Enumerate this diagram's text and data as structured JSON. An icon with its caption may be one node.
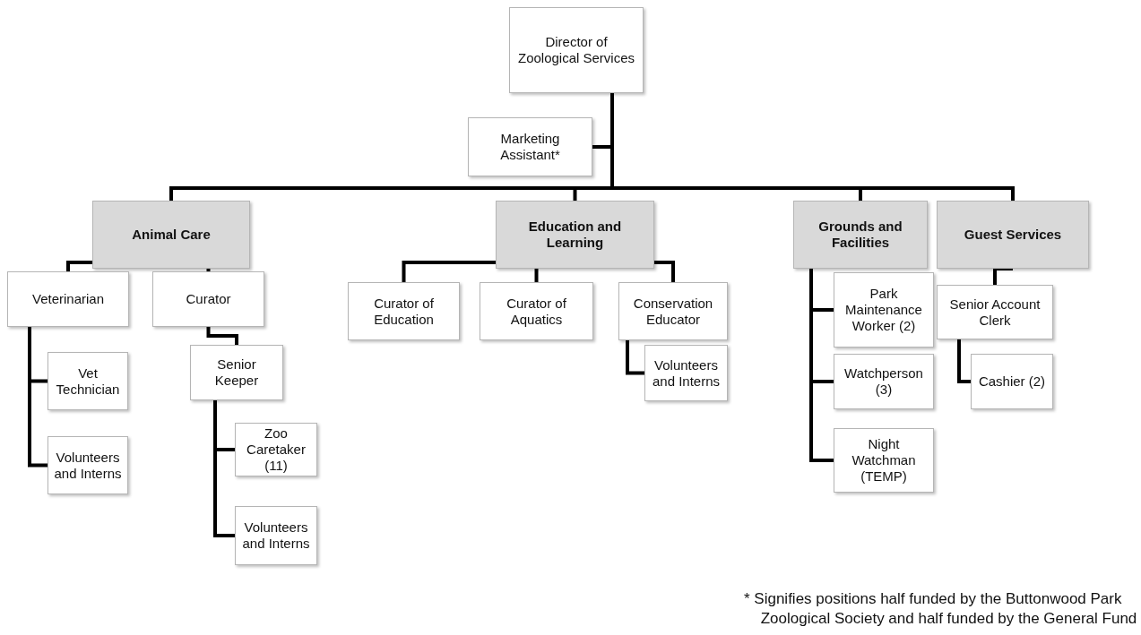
{
  "diagram": {
    "nodes": [
      {
        "text": [
          "Director of Zoological Services"
        ]
      },
      {
        "text": [
          "Marketing Assistant*"
        ]
      },
      {
        "text": [
          "Animal Care"
        ]
      },
      {
        "text": [
          "Education and Learning"
        ]
      },
      {
        "text": [
          "Grounds and Facilities"
        ]
      },
      {
        "text": [
          "Guest Services"
        ]
      },
      {
        "text": [
          "Veterinarian"
        ]
      },
      {
        "text": [
          "Curator"
        ]
      },
      {
        "text": [
          "Curator of Education"
        ]
      },
      {
        "text": [
          "Curator of Aquatics"
        ]
      },
      {
        "text": [
          "Conservation Educator"
        ]
      },
      {
        "text": [
          "Park Maintenance Worker (2)"
        ]
      },
      {
        "text": [
          "Senior Account Clerk"
        ]
      },
      {
        "text": [
          "Vet Technician"
        ]
      },
      {
        "text": [
          "Volunteers and Interns"
        ]
      },
      {
        "text": [
          "Senior Keeper"
        ]
      },
      {
        "text": [
          "Volunteers and Interns"
        ]
      },
      {
        "text": [
          "Watchperson (3)"
        ]
      },
      {
        "text": [
          "Cashier (2)"
        ]
      },
      {
        "text": [
          "Zoo Caretaker (11)"
        ]
      },
      {
        "text": [
          "Night Watchman (TEMP)"
        ]
      },
      {
        "text": [
          "Volunteers and Interns"
        ]
      }
    ],
    "edges": [
      {
        "from": 0,
        "to": 1,
        "arrow": "none"
      },
      {
        "from": 0,
        "to": 2,
        "arrow": "none"
      },
      {
        "from": 0,
        "to": 3,
        "arrow": "none"
      },
      {
        "from": 0,
        "to": 4,
        "arrow": "none"
      },
      {
        "from": 0,
        "to": 5,
        "arrow": "none"
      },
      {
        "from": 2,
        "to": 6,
        "arrow": "none"
      },
      {
        "from": 2,
        "to": 7,
        "arrow": "none"
      },
      {
        "from": 3,
        "to": 8,
        "arrow": "none"
      },
      {
        "from": 3,
        "to": 9,
        "arrow": "none"
      },
      {
        "from": 3,
        "to": 10,
        "arrow": "none"
      },
      {
        "from": 4,
        "to": 11,
        "arrow": "none"
      },
      {
        "from": 4,
        "to": 17,
        "arrow": "none"
      },
      {
        "from": 4,
        "to": 20,
        "arrow": "none"
      },
      {
        "from": 5,
        "to": 12,
        "arrow": "none"
      },
      {
        "from": 12,
        "to": 18,
        "arrow": "none"
      },
      {
        "from": 6,
        "to": 13,
        "arrow": "none"
      },
      {
        "from": 6,
        "to": 14,
        "arrow": "none"
      },
      {
        "from": 7,
        "to": 15,
        "arrow": "none"
      },
      {
        "from": 15,
        "to": 19,
        "arrow": "none"
      },
      {
        "from": 15,
        "to": 21,
        "arrow": "none"
      },
      {
        "from": 10,
        "to": 16,
        "arrow": "none"
      }
    ],
    "labels": [
      "* Signifies positions half funded by the Buttonwood Park Zoological Society and half funded by the General Fund"
    ]
  }
}
